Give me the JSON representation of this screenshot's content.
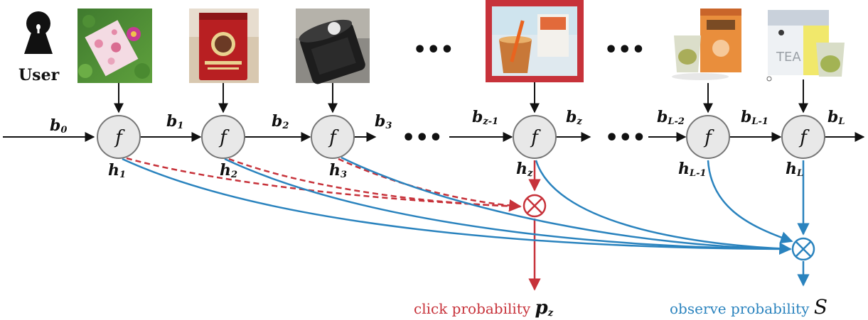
{
  "user_label": "User",
  "node_function_label": "f",
  "ellipsis": "•••",
  "b_labels": [
    {
      "base": "b",
      "sub": "0"
    },
    {
      "base": "b",
      "sub": "1"
    },
    {
      "base": "b",
      "sub": "2"
    },
    {
      "base": "b",
      "sub": "3"
    },
    {
      "base": "b",
      "sub": "z-1"
    },
    {
      "base": "b",
      "sub": "z"
    },
    {
      "base": "b",
      "sub": "L-2"
    },
    {
      "base": "b",
      "sub": "L-1"
    },
    {
      "base": "b",
      "sub": "L"
    }
  ],
  "h_labels": [
    {
      "base": "h",
      "sub": "1"
    },
    {
      "base": "h",
      "sub": "2"
    },
    {
      "base": "h",
      "sub": "3"
    },
    {
      "base": "h",
      "sub": "z"
    },
    {
      "base": "h",
      "sub": "L-1"
    },
    {
      "base": "h",
      "sub": "L"
    }
  ],
  "product_images": [
    "rose-tea-pack",
    "red-tea-tin",
    "black-tea-tin",
    "tea-cup-clicked",
    "chali-tea-box",
    "yellow-tea-box"
  ],
  "clicked_item_index": 3,
  "click_output": {
    "text": "click probability",
    "base": "p",
    "sub": "z"
  },
  "observe_output": {
    "text": "observe probability",
    "symbol": "S"
  },
  "colors": {
    "click": "#c7323a",
    "observe": "#2a83be",
    "arrow": "#111111",
    "node_fill": "#e8e8e8",
    "node_stroke": "#777777"
  }
}
